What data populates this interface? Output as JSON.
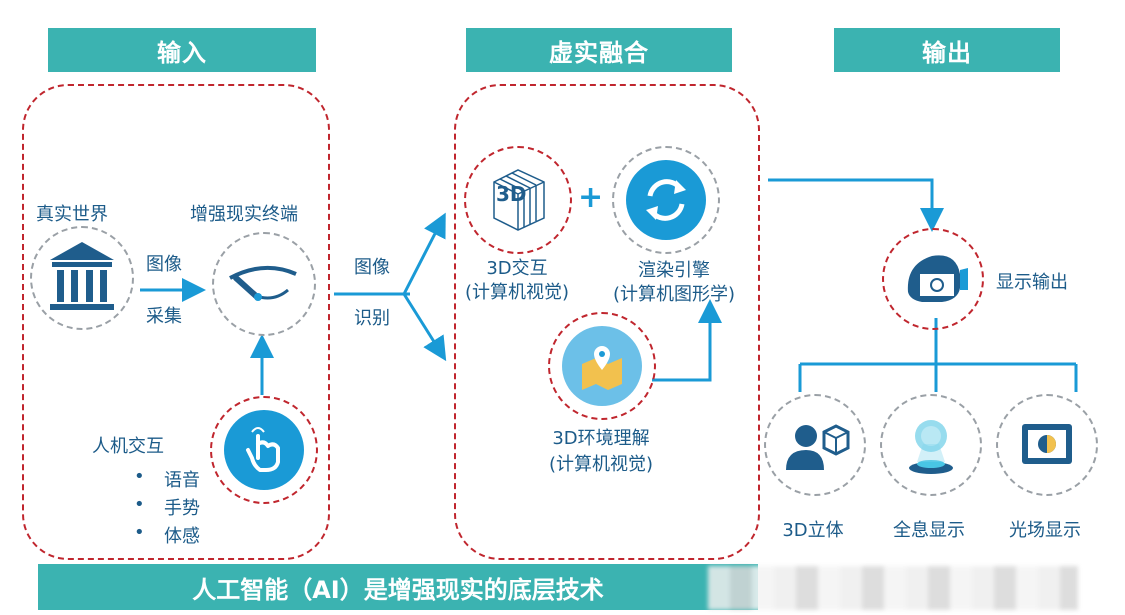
{
  "headers": {
    "input": "输入",
    "fusion": "虚实融合",
    "output": "输出"
  },
  "input": {
    "real_world": "真实世界",
    "ar_terminal": "增强现实终端",
    "capture_line1": "图像",
    "capture_line2": "采集",
    "hci": "人机交互",
    "hci_items": [
      "语音",
      "手势",
      "体感"
    ],
    "bullet": "•"
  },
  "mid": {
    "line1": "图像",
    "line2": "识别"
  },
  "fusion": {
    "icon_3d_text": "3D",
    "plus": "+",
    "interaction_line1": "3D交互",
    "interaction_line2": "(计算机视觉)",
    "render_line1": "渲染引擎",
    "render_line2": "(计算机图形学)",
    "env_line1": "3D环境理解",
    "env_line2": "(计算机视觉)"
  },
  "output": {
    "display_output": "显示输出",
    "items": [
      "3D立体",
      "全息显示",
      "光场显示"
    ]
  },
  "bottom": "人工智能（AI）是增强现实的底层技术",
  "colors": {
    "teal": "#3bb3b1",
    "blue": "#1a9ad6",
    "red_dash": "#c0262e",
    "grey_dash": "#9aa0a6",
    "text": "#1c5b89"
  }
}
